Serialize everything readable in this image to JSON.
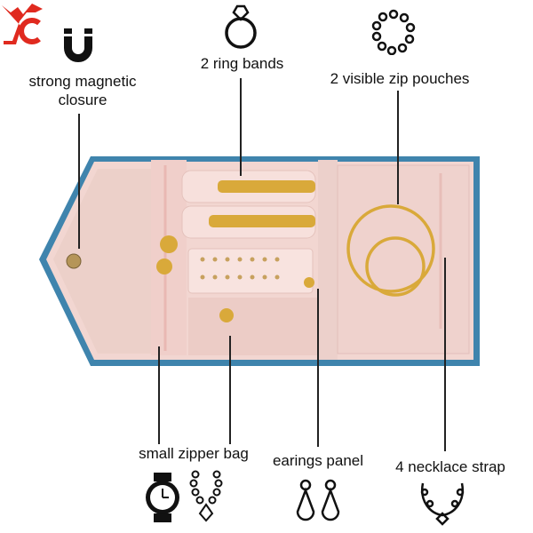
{
  "brand": {
    "logo_text": "ZC",
    "color": "#e02a1f"
  },
  "labels": {
    "magnetic": "strong magnetic closure",
    "magnetic_line1": "strong magnetic",
    "magnetic_line2": "closure",
    "ring_bands": "2 ring bands",
    "zip_pouches": "2 visible zip pouches",
    "zipper_bag": "small zipper bag",
    "earings_panel": "earings panel",
    "necklace_strap": "4 necklace strap"
  },
  "icons": [
    "magnet-icon",
    "ring-icon",
    "bracelet-icon",
    "watch-icon",
    "necklace-icon",
    "earrings-icon",
    "necklace-strap-icon"
  ],
  "colors": {
    "border": "#3f84ad",
    "lining": "#f2d6d1",
    "gold": "#d9a93a"
  }
}
